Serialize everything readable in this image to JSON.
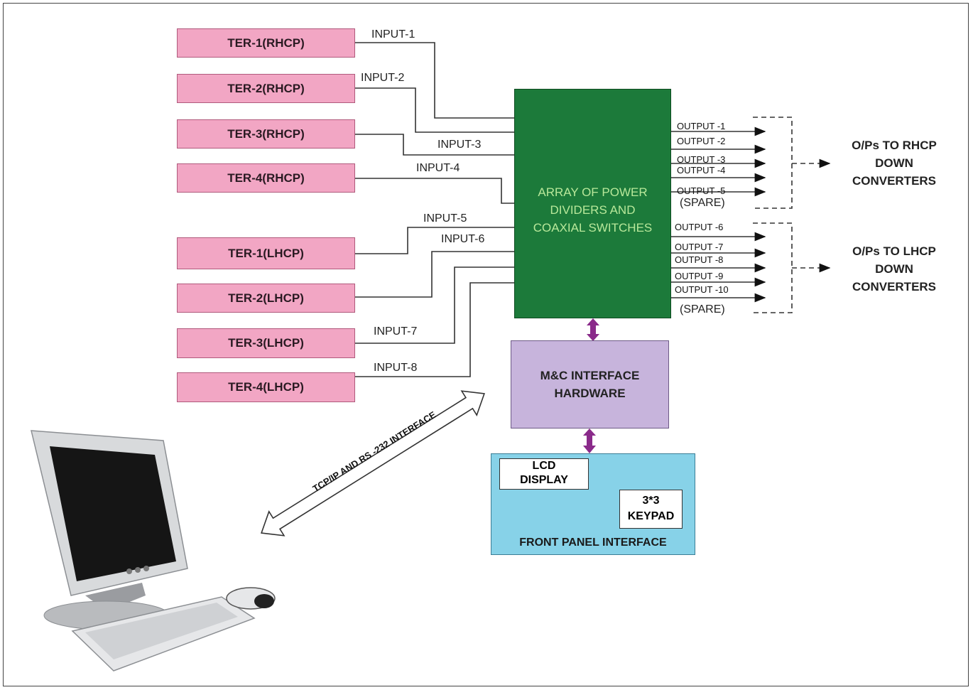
{
  "terminals_rhcp": [
    "TER-1(RHCP)",
    "TER-2(RHCP)",
    "TER-3(RHCP)",
    "TER-4(RHCP)"
  ],
  "terminals_lhcp": [
    "TER-1(LHCP)",
    "TER-2(LHCP)",
    "TER-3(LHCP)",
    "TER-4(LHCP)"
  ],
  "inputs": [
    "INPUT-1",
    "INPUT-2",
    "INPUT-3",
    "INPUT-4",
    "INPUT-5",
    "INPUT-6",
    "INPUT-7",
    "INPUT-8"
  ],
  "switch_block": "ARRAY OF POWER\nDIVIDERS AND\nCOAXIAL SWITCHES",
  "outputs_rhcp": [
    "OUTPUT -1",
    "OUTPUT -2",
    "OUTPUT -3",
    "OUTPUT -4",
    "OUTPUT -5"
  ],
  "spare": "(SPARE)",
  "outputs_lhcp": [
    "OUTPUT -6",
    "OUTPUT -7",
    "OUTPUT -8",
    "OUTPUT -9",
    "OUTPUT -10"
  ],
  "rhcp_destination": "O/Ps TO RHCP\nDOWN\nCONVERTERS",
  "lhcp_destination": "O/Ps TO  LHCP\nDOWN\nCONVERTERS",
  "mc_interface": "M&C INTERFACE\nHARDWARE",
  "front_panel": {
    "lcd": "LCD\nDISPLAY",
    "keypad": "3*3\nKEYPAD",
    "title": "FRONT PANEL INTERFACE"
  },
  "pc_link": "TCP/IP AND RS -232 INTERFACE",
  "colors": {
    "terminal": "#f2a6c4",
    "switch_block": "#1c7a3a",
    "mc_interface": "#c7b4dc",
    "front_panel": "#87d2e8",
    "bidirectional_arrow": "#8a2a8a"
  },
  "icons": [
    "computer-monitor-icon",
    "keyboard-icon",
    "mouse-icon"
  ]
}
